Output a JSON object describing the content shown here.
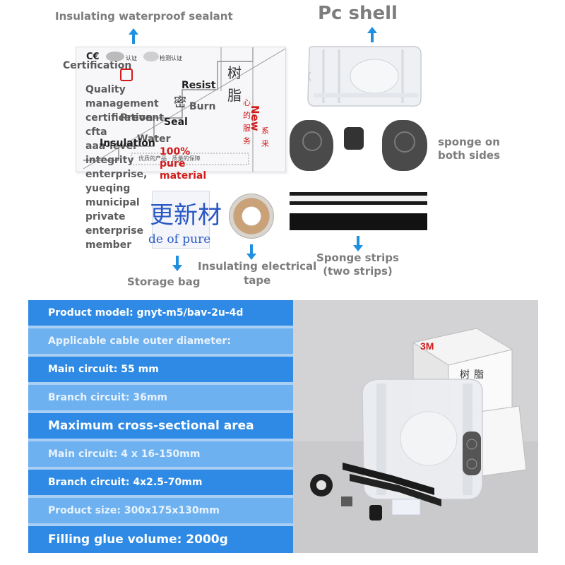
{
  "top_labels": {
    "sealant": "Insulating waterproof sealant",
    "pc_shell": "Pc shell",
    "sponge_sides": "sponge on\nboth sides",
    "storage_bag": "Storage bag",
    "tape": "Insulating electrical\ntape",
    "sponge_strips": "Sponge strips\n(two strips)"
  },
  "box": {
    "certification": "Certification",
    "quality": "Quality\nmanagement\ncertification\ncfta\naaa-level\nintegrity\nenterprise,\nyueqing\nmunicipal\nprivate\nenterprise\nmember",
    "resist": "Resist",
    "burn": "Burn",
    "prevent": "Prevent",
    "seal": "Seal",
    "water": "Water",
    "insulation": "Insulation",
    "pure": "100%\npure\nmaterial",
    "new": "New",
    "cn_resin": "树\n脂",
    "cn_seal": "密",
    "cn_service": "心\n的\n服\n务",
    "cn_series": "系\n来",
    "cn_footer": "优质的产品 · 质量的保障",
    "cert_logo_1": "认证",
    "cert_logo_2": "检测认证"
  },
  "bag": {
    "text_large": "更新材",
    "text_small": "de of pure"
  },
  "specs": [
    {
      "text": "Product model: gnyt-m5/bav-2u-4d",
      "style": "dark",
      "size": "s15"
    },
    {
      "text": "Applicable cable outer diameter:",
      "style": "light",
      "size": "s15"
    },
    {
      "text": "Main circuit: 55 mm",
      "style": "dark",
      "size": "s15"
    },
    {
      "text": "Branch circuit: 36mm",
      "style": "light",
      "size": "s15"
    },
    {
      "text": "Maximum cross-sectional area",
      "style": "dark",
      "size": "s18"
    },
    {
      "text": "Main circuit: 4 x 16-150mm",
      "style": "light",
      "size": "s15"
    },
    {
      "text": "Branch circuit: 4x2.5-70mm",
      "style": "dark",
      "size": "s15"
    },
    {
      "text": "Product size: 300x175x130mm",
      "style": "light",
      "size": "s15"
    },
    {
      "text": "Filling glue volume: 2000g",
      "style": "dark",
      "size": "s18"
    }
  ],
  "colors": {
    "accent_blue": "#1f8fe0",
    "row_dark": "#2e8ae4",
    "row_light": "#6eb1f0",
    "label_gray": "#7d7d7d",
    "warning_red": "#d11b1b"
  }
}
